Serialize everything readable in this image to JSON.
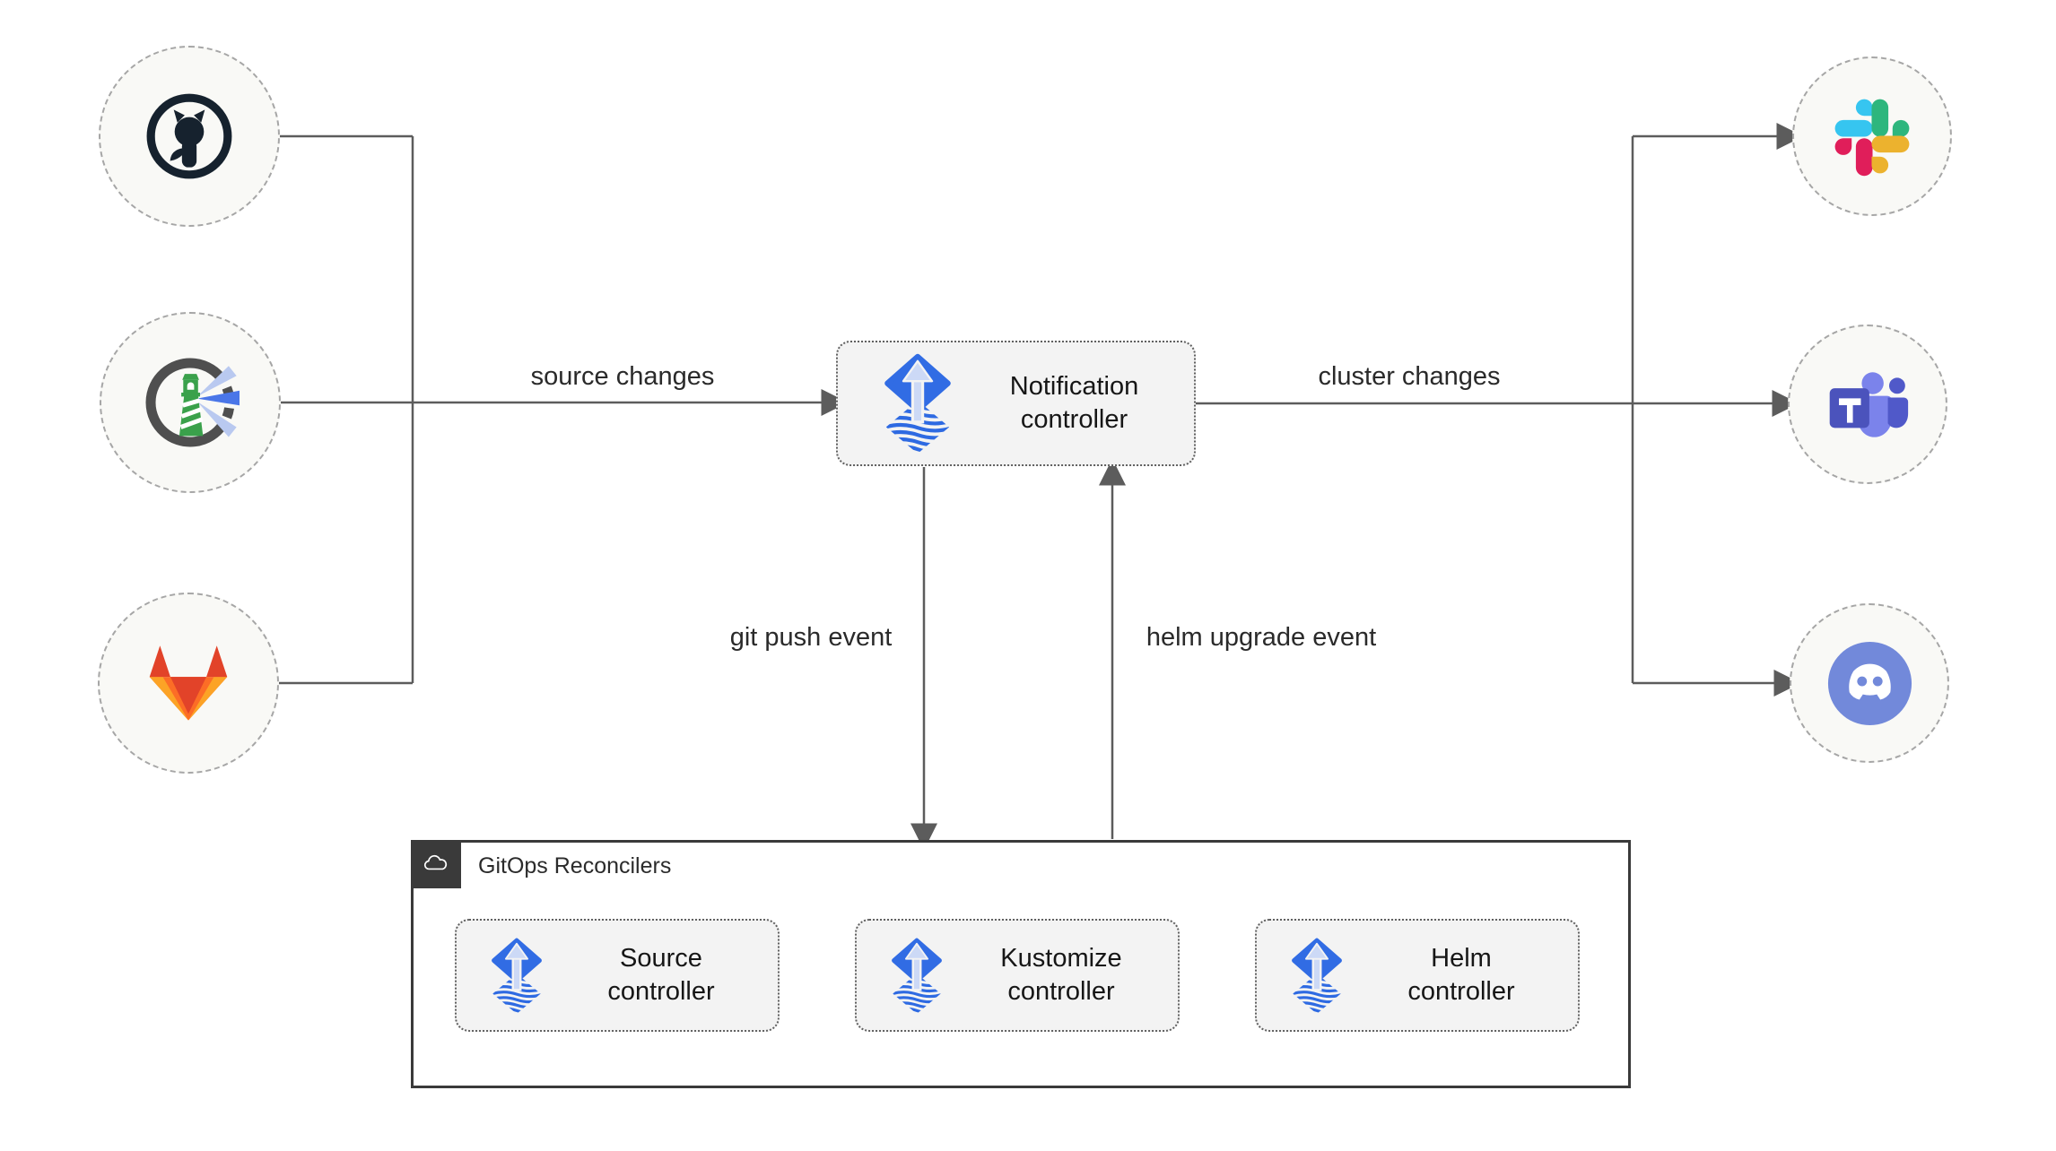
{
  "diagram": {
    "sources": [
      {
        "icon": "github-icon"
      },
      {
        "icon": "harbor-icon"
      },
      {
        "icon": "gitlab-icon"
      }
    ],
    "targets": [
      {
        "icon": "slack-icon"
      },
      {
        "icon": "teams-icon"
      },
      {
        "icon": "discord-icon"
      }
    ],
    "notification": {
      "label": "Notification controller",
      "icon": "flux-icon"
    },
    "labels": {
      "source_changes": "source changes",
      "cluster_changes": "cluster changes",
      "git_push": "git push event",
      "helm_upgrade": "helm upgrade event"
    },
    "reconcilers": {
      "title": "GitOps Reconcilers",
      "badge_icon": "cloud-icon",
      "items": [
        {
          "label": "Source controller",
          "icon": "flux-icon"
        },
        {
          "label": "Kustomize controller",
          "icon": "flux-icon"
        },
        {
          "label": "Helm controller",
          "icon": "flux-icon"
        }
      ]
    },
    "colors": {
      "flux_blue": "#316ce4",
      "flux_arrow": "#ccd9f6",
      "connector_line": "#5c5c5c",
      "box_fill": "#f3f3f3",
      "circle_fill": "#f9f9f6",
      "group_border": "#3a3a3a",
      "github_dark": "#16222e",
      "harbor_gray": "#4f4f4f",
      "harbor_green": "#3aa14b",
      "harbor_beam": "#b9c9f0",
      "gitlab_red": "#e24329",
      "gitlab_orange": "#fc6d26",
      "gitlab_amber": "#fca326",
      "slack_blue": "#36c5f0",
      "slack_green": "#2eb67d",
      "slack_yellow": "#ecb22e",
      "slack_red": "#e01e5a",
      "teams_purple": "#4b53bc",
      "teams_light": "#7b83eb",
      "discord_blurple": "#7289da"
    }
  }
}
